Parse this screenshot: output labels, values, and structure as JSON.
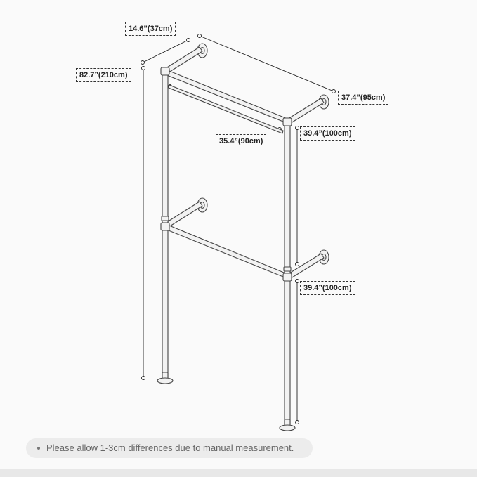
{
  "dimensions": {
    "depth": "14.6”(37cm)",
    "total_height": "82.7”(210cm)",
    "top_width": "37.4”(95cm)",
    "rod_length": "35.4”(90cm)",
    "upper_section_height": "39.4”(100cm)",
    "lower_section_height": "39.4”(100cm)"
  },
  "note": {
    "text": "Please allow 1-3cm differences due to manual measurement."
  },
  "colors": {
    "pipe_fill": "#f2f2f2",
    "pipe_stroke": "#444444",
    "dim_line": "#222222",
    "background": "#fafafa"
  }
}
